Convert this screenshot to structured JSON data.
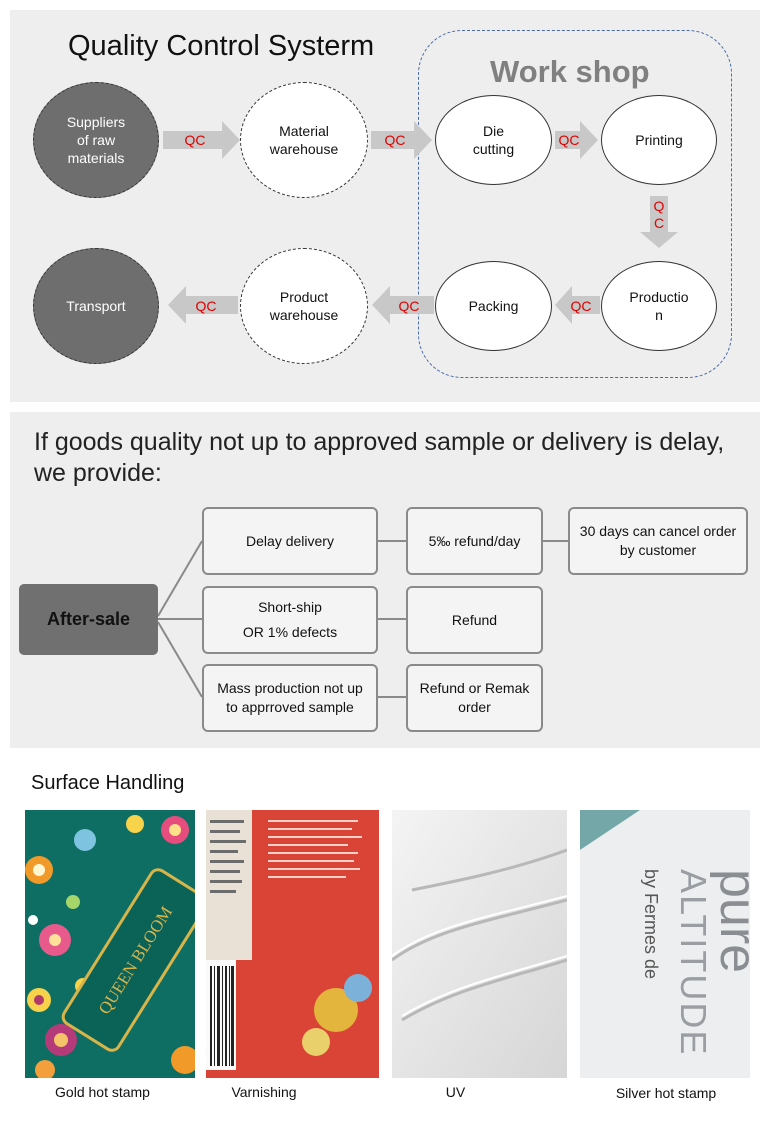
{
  "quality_control": {
    "title": "Quality Control Systerm",
    "workshop_title": "Work shop",
    "nodes": {
      "suppliers": "Suppliers\nof raw\nmaterials",
      "material_warehouse": "Material\nwarehouse",
      "die_cutting": "Die\ncutting",
      "printing": "Printing",
      "production": "Productio\nn",
      "packing": "Packing",
      "product_warehouse": "Product\nwarehouse",
      "transport": "Transport"
    },
    "qc_labels": {
      "suppliers_to_material": "QC",
      "material_to_die": "QC",
      "die_to_printing": "QC",
      "printing_to_production": "Q\nC",
      "production_to_packing": "QC",
      "packing_to_product": "QC",
      "product_to_transport": "QC"
    }
  },
  "after_sale": {
    "title": "If goods quality not up to approved sample or delivery is delay,\nwe provide:",
    "root": "After-sale",
    "rows": [
      {
        "issue": "Delay delivery",
        "remedy": "5‰ refund/day",
        "extra": "30 days can cancel order\nby customer"
      },
      {
        "issue": "Short-ship\nOR 1% defects",
        "remedy": "Refund"
      },
      {
        "issue": "Mass production not up\nto apprroved sample",
        "remedy": "Refund or Remak\norder"
      }
    ]
  },
  "surface_handling": {
    "title": "Surface Handling",
    "items": [
      {
        "caption": "Gold hot stamp",
        "brand": "QUEEN BLOOM"
      },
      {
        "caption": "Varnishing"
      },
      {
        "caption": "UV"
      },
      {
        "caption": "Silver hot stamp",
        "brand_line1": "pure",
        "brand_line2": "ALTITUDE",
        "sub": "by Fermes de"
      }
    ]
  },
  "colors": {
    "panel_bg": "#eeeeee",
    "qc_red": "#e00000",
    "arrow_gray": "#c8c8c8",
    "dark_node": "#6e6e6e",
    "workshop_border": "#4a6aa8"
  }
}
